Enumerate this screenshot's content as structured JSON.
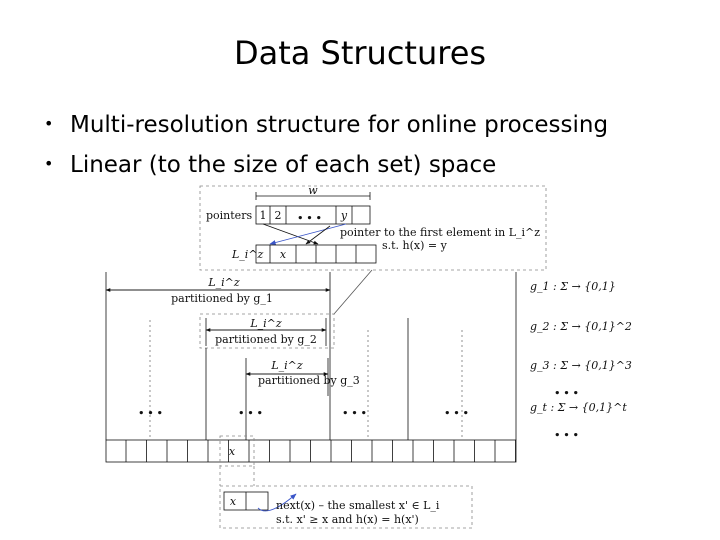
{
  "slide": {
    "title": "Data Structures",
    "bullets": [
      "Multi-resolution structure for online processing",
      "Linear (to the size of each set) space"
    ]
  },
  "diagram": {
    "w_label": "w",
    "pointers_label": "pointers",
    "pointer_cells": [
      "1",
      "2",
      "...",
      "y"
    ],
    "pointer_note": "pointer to the first element in L_i^z",
    "pointer_cond": "s.t. h(x) = y",
    "liz_label": "L_i^z",
    "liz_x": "x",
    "level1": {
      "set": "L_i^z",
      "text": "partitioned by g_1"
    },
    "level2": {
      "set": "L_i^z",
      "text": "partitioned by g_2"
    },
    "level3": {
      "set": "L_i^z",
      "text": "partitioned by g_3"
    },
    "dots": "...",
    "hash_functions": [
      "g_1 : Σ → {0,1}",
      "g_2 : Σ → {0,1}^2",
      "g_3 : Σ → {0,1}^3",
      "g_t : Σ → {0,1}^t"
    ],
    "array_x": "x",
    "next_x": "x",
    "next_text": "next(x) – the smallest x' ∈ L_i",
    "next_cond": "s.t. x' ≥ x and h(x) = h(x')"
  }
}
